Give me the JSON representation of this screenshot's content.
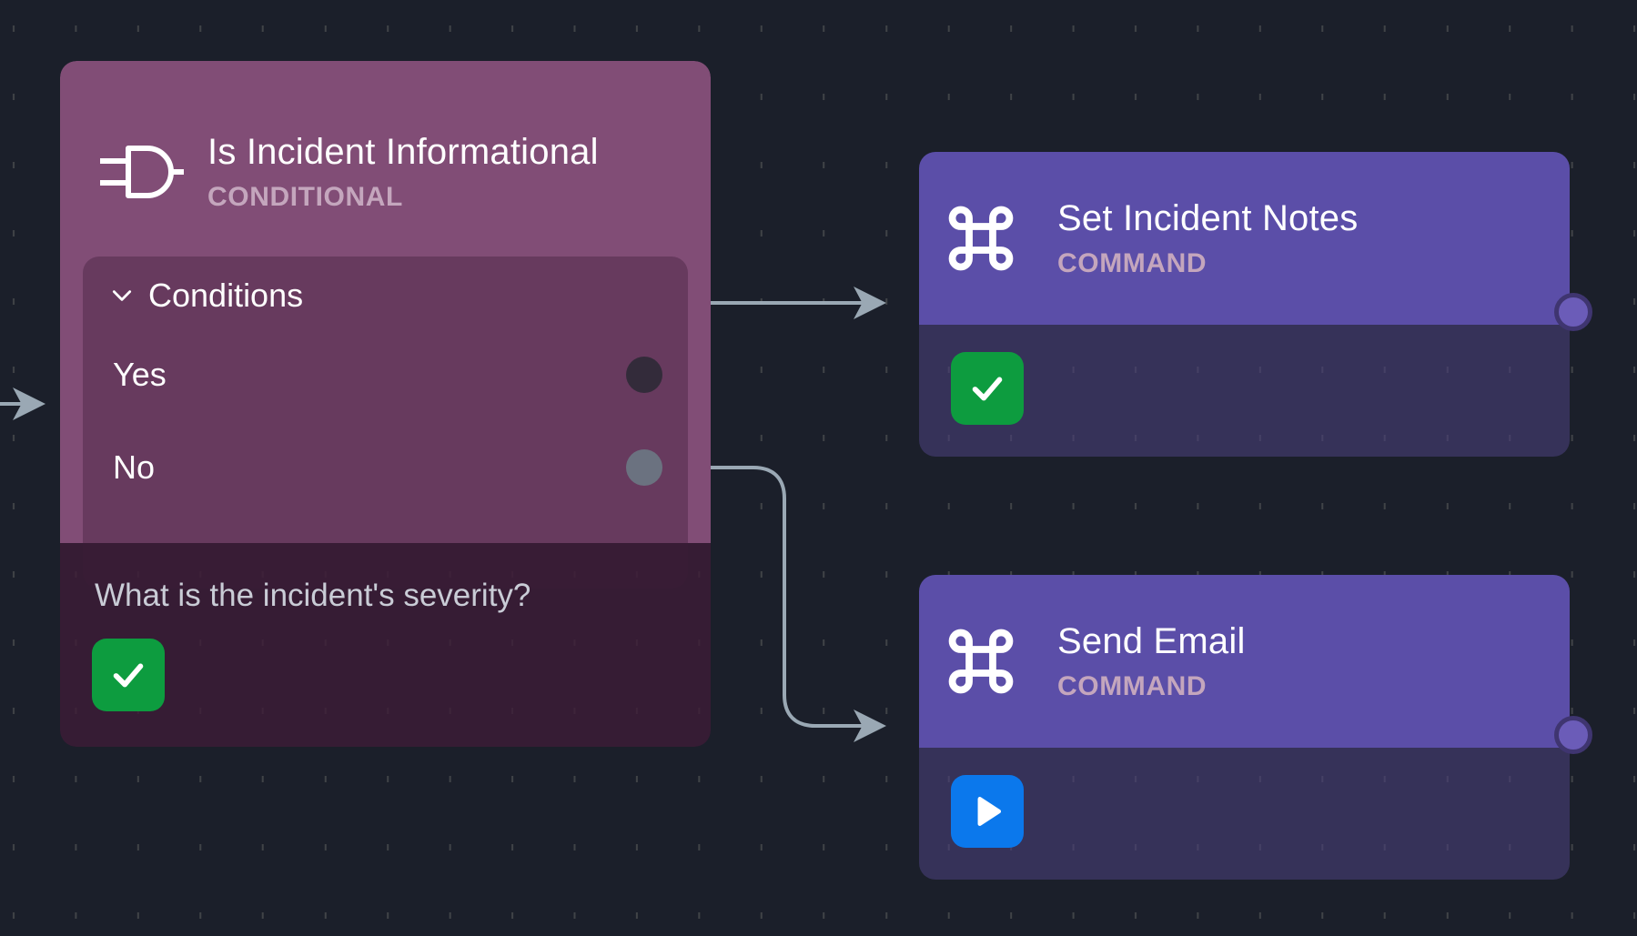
{
  "canvas": {
    "background_color": "#1b1f2a",
    "grid": "dash-grid"
  },
  "nodes": [
    {
      "id": "is-incident-informational",
      "title": "Is Incident Informational",
      "type_label": "CONDITIONAL",
      "icon": "logic-gate-icon",
      "accent_color": "#814d76",
      "panel": {
        "header": "Conditions",
        "collapse_icon": "chevron-down-icon",
        "branches": [
          {
            "label": "Yes",
            "port": "output-port-yes",
            "port_color": "#332b3a"
          },
          {
            "label": "No",
            "port": "output-port-no",
            "port_color": "#6b7280"
          }
        ]
      },
      "footer": {
        "question": "What is the incident's severity?",
        "status_icon": "check-icon",
        "status_color": "#0d9c3f"
      }
    },
    {
      "id": "set-incident-notes",
      "title": "Set Incident Notes",
      "type_label": "COMMAND",
      "icon": "command-icon",
      "accent_color": "#5b4ea8",
      "footer": {
        "status_icon": "check-icon",
        "status_color": "#0d9c3f"
      },
      "output_port": "output-port"
    },
    {
      "id": "send-email",
      "title": "Send Email",
      "type_label": "COMMAND",
      "icon": "command-icon",
      "accent_color": "#5b4ea8",
      "footer": {
        "status_icon": "play-icon",
        "status_color": "#0b78ec"
      },
      "output_port": "output-port"
    }
  ],
  "edges": [
    {
      "id": "incoming",
      "from": "canvas-left",
      "to": "is-incident-informational",
      "color": "#9aa8b4"
    },
    {
      "id": "yes-edge",
      "from": "output-port-yes",
      "to": "set-incident-notes",
      "color": "#9aa8b4"
    },
    {
      "id": "no-edge",
      "from": "output-port-no",
      "to": "send-email",
      "color": "#9aa8b4"
    }
  ]
}
